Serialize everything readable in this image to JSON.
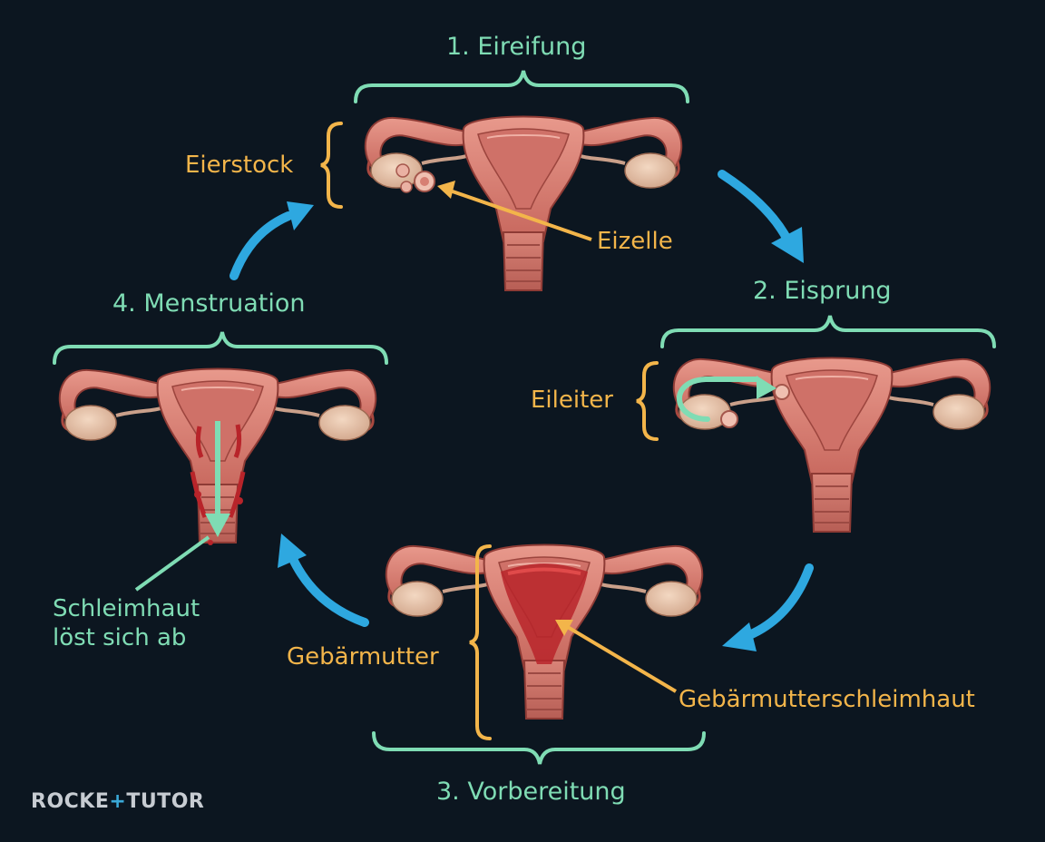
{
  "stages": {
    "s1": "1. Eireifung",
    "s2": "2. Eisprung",
    "s3": "3. Vorbereitung",
    "s4": "4. Menstruation"
  },
  "parts": {
    "ovary": "Eierstock",
    "egg": "Eizelle",
    "tube": "Eileiter",
    "uterus": "Gebärmutter",
    "lining": "Gebärmutterschleimhaut"
  },
  "notes": {
    "shedding_line1": "Schleimhaut",
    "shedding_line2": "löst sich ab"
  },
  "brand": {
    "left": "ROCKE",
    "plus": "+",
    "right": "TUTOR"
  },
  "colors": {
    "background": "#0c1620",
    "stage_label": "#7fdcb4",
    "part_label": "#f3b54a",
    "cycle_arrow": "#2ea8e0"
  }
}
